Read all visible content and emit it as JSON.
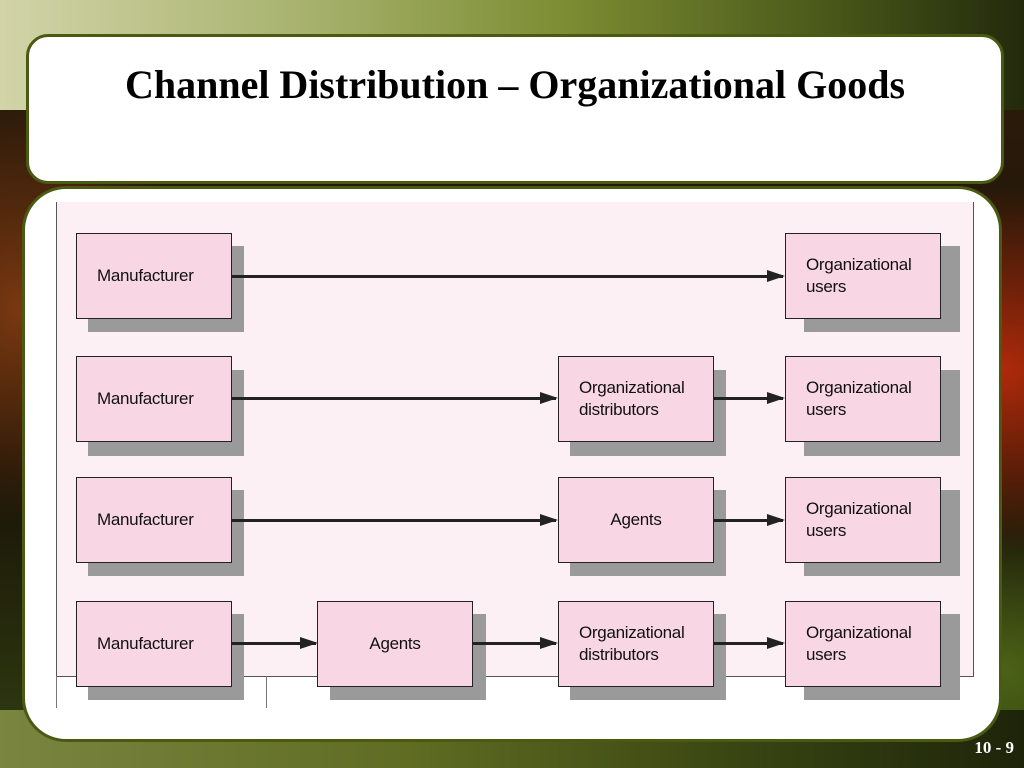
{
  "slide": {
    "title": "Channel Distribution – Organizational Goods",
    "page_number": "10 - 9"
  },
  "diagram": {
    "rows": [
      {
        "nodes": [
          "Manufacturer",
          "Organizational\nusers"
        ]
      },
      {
        "nodes": [
          "Manufacturer",
          "Organizational\ndistributors",
          "Organizational\nusers"
        ]
      },
      {
        "nodes": [
          "Manufacturer",
          "Agents",
          "Organizational\nusers"
        ]
      },
      {
        "nodes": [
          "Manufacturer",
          "Agents",
          "Organizational\ndistributors",
          "Organizational\nusers"
        ]
      }
    ]
  },
  "colors": {
    "box_fill": "#f9d6e4",
    "shadow": "#9a9a9a",
    "diagram_bg": "#fcf0f4",
    "frame_border": "#4a5a12"
  }
}
